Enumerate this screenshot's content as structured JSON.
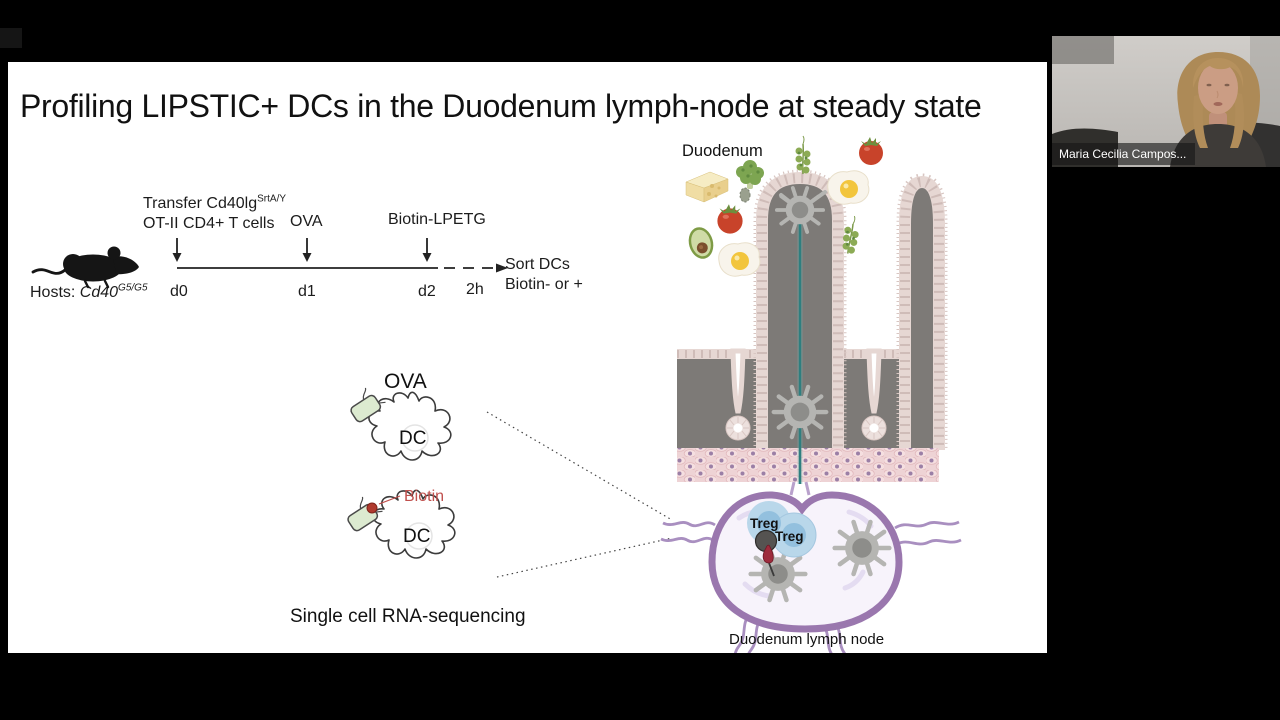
{
  "window": {
    "background": "#000000"
  },
  "slide": {
    "title": "Profiling LIPSTIC+ DCs in the Duodenum lymph-node at steady state",
    "timeline": {
      "transfer_main": "Transfer Cd40lg",
      "transfer_sup": "SrtA/Y",
      "transfer_line2": "OT-II CD4+ T cells",
      "ova_label": "OVA",
      "biotin_lpetg_label": "Biotin-LPETG",
      "hosts_prefix": "Hosts: ",
      "hosts_gene": "Cd40",
      "hosts_sup": "G5/G5",
      "tick_d0": "d0",
      "tick_d1": "d1",
      "tick_d2": "d2",
      "tick_2h": "2h",
      "sort_line1": "Sort DCs",
      "sort_line2": "Biotin- or +"
    },
    "sc_panel": {
      "ova_heading": "OVA",
      "dc1_label": "DC",
      "dc2_label": "DC",
      "biotin_label": "Biotin",
      "caption": "Single cell RNA-sequencing"
    },
    "anatomy": {
      "duodenum_label": "Duodenum",
      "treg1_label": "Treg",
      "treg2_label": "Treg",
      "node_label": "Duodenum lymph node"
    },
    "colors": {
      "biotin_text": "#c0504d",
      "biotin_dot": "#b03a2e",
      "antigen_green": "#dcead0",
      "dendrite_teal": "#2f7f7f",
      "tissue_gray": "#7d7a77",
      "epithelium_pink": "#e6d7d3",
      "mucosa_pink": "#f2dcdd",
      "node_rim_purple": "#9a77ae",
      "node_fill": "#f7f3fb",
      "treg_outer_blue": "#b9d7ea",
      "treg_inner_blue": "#8fbedd",
      "dc_gray": "#b5b5b2"
    }
  },
  "webcam": {
    "name_label": "Maria Cecilia Campos..."
  }
}
